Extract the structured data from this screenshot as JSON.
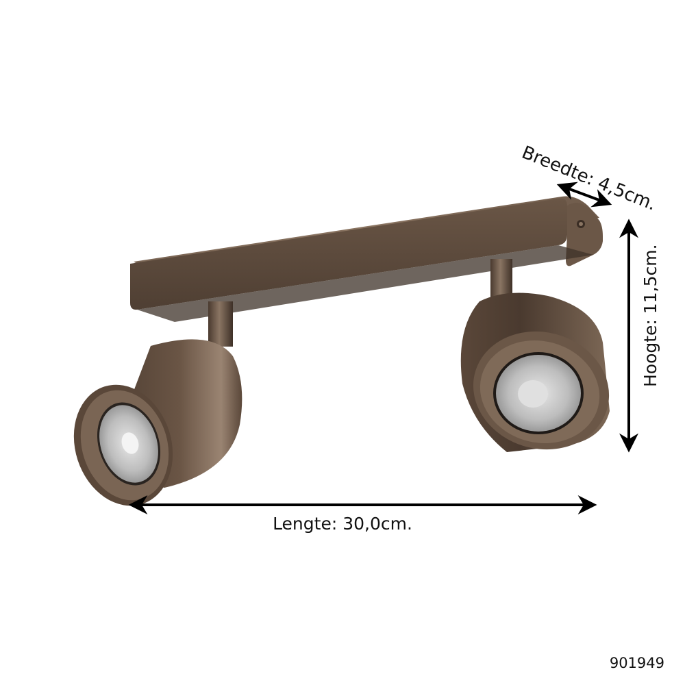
{
  "diagram": {
    "type": "product-dimension-drawing",
    "subject": "Twin ceiling spotlight bar",
    "colors": {
      "background": "#ffffff",
      "finish": "#6e5a4b",
      "finish_light": "#8f7a68",
      "finish_dark": "#3f3128",
      "lens": "#cfcfcf",
      "arrow": "#000000"
    },
    "dimensions": {
      "width": {
        "label": "Breedte: 4,5cm.",
        "value": 4.5,
        "unit": "cm"
      },
      "height": {
        "label": "Hoogte: 11,5cm.",
        "value": 11.5,
        "unit": "cm"
      },
      "length": {
        "label": "Lengte: 30,0cm.",
        "value": 30.0,
        "unit": "cm"
      }
    },
    "components": [
      {
        "name": "mounting-plate"
      },
      {
        "name": "spotlight-left"
      },
      {
        "name": "spotlight-right"
      }
    ],
    "product_code": "901949"
  }
}
